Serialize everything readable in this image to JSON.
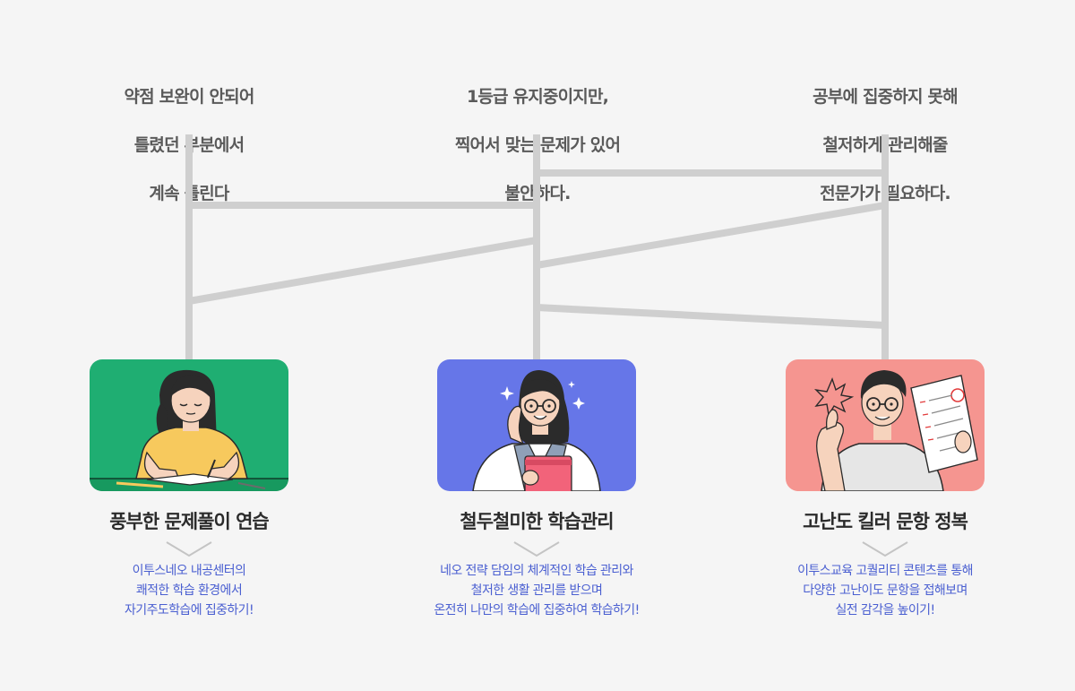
{
  "concerns": [
    {
      "lines": [
        "약점 보완이 안되어",
        "틀렸던 부분에서",
        "계속 틀린다"
      ]
    },
    {
      "lines": [
        "1등급 유지중이지만,",
        "찍어서 맞는 문제가 있어",
        "불안하다."
      ]
    },
    {
      "lines": [
        "공부에 집중하지 못해",
        "철저하게 관리해줄",
        "전문가가 필요하다."
      ]
    }
  ],
  "solutions": [
    {
      "title": "풍부한 문제풀이 연습",
      "desc": [
        "이투스네오 내공센터의",
        "쾌적한 학습 환경에서",
        "자기주도학습에 집중하기!"
      ],
      "card_color": "#1fae72"
    },
    {
      "title": "철두철미한 학습관리",
      "desc": [
        "네오 전략 담임의 체계적인 학습 관리와",
        "철저한 생활 관리를 받으며",
        "온전히 나만의 학습에 집중하여 학습하기!"
      ],
      "card_color": "#6676e8"
    },
    {
      "title": "고난도 킬러 문항 정복",
      "desc": [
        "이투스교육 고퀄리티 콘텐츠를 통해",
        "다양한 고난이도 문항을 접해보며",
        "실전 감각을 높이기!"
      ],
      "card_color": "#f59590"
    }
  ],
  "colors": {
    "connector": "#cfcfcf",
    "title_text": "#2b2b2b",
    "concern_text": "#5a5a5a",
    "desc_text": "#4a5fd1"
  }
}
